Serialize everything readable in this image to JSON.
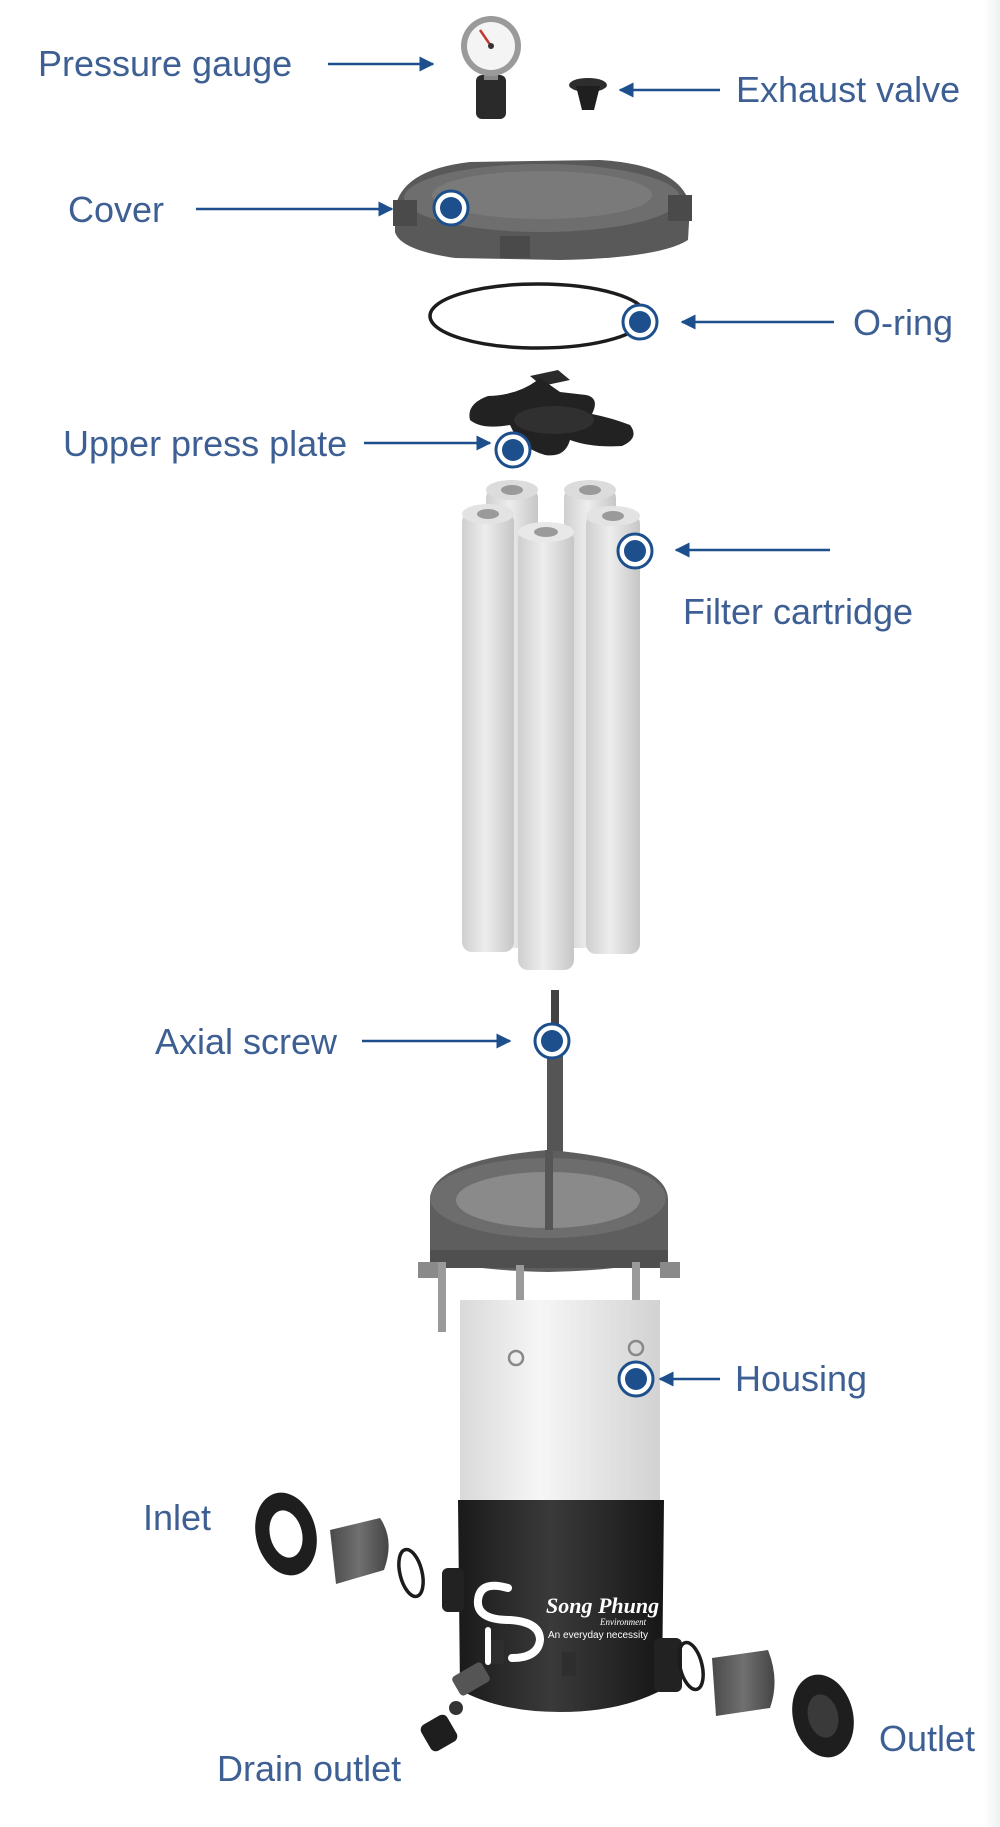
{
  "colors": {
    "label_text": "#3d5f93",
    "arrow": "#1c4f8c",
    "marker": "#1c4f8c",
    "dark_plastic": "#2b2b2b",
    "grey_plastic": "#5c5c5c",
    "cartridge": "#e2e2e2",
    "white_pvc": "#eeeeee"
  },
  "labels": {
    "pressure_gauge": "Pressure gauge",
    "exhaust_valve": "Exhaust valve",
    "cover": "Cover",
    "o_ring": "O-ring",
    "upper_press_plate": "Upper press plate",
    "filter_cartridge": "Filter cartridge",
    "axial_screw": "Axial screw",
    "housing": "Housing",
    "inlet": "Inlet",
    "outlet": "Outlet",
    "drain_outlet": "Drain outlet"
  },
  "logo": {
    "name": "Song Phung",
    "subtitle": "Environment",
    "tagline": "An everyday necessity"
  },
  "icons": [
    "pressure-gauge-icon",
    "logo-icon"
  ]
}
